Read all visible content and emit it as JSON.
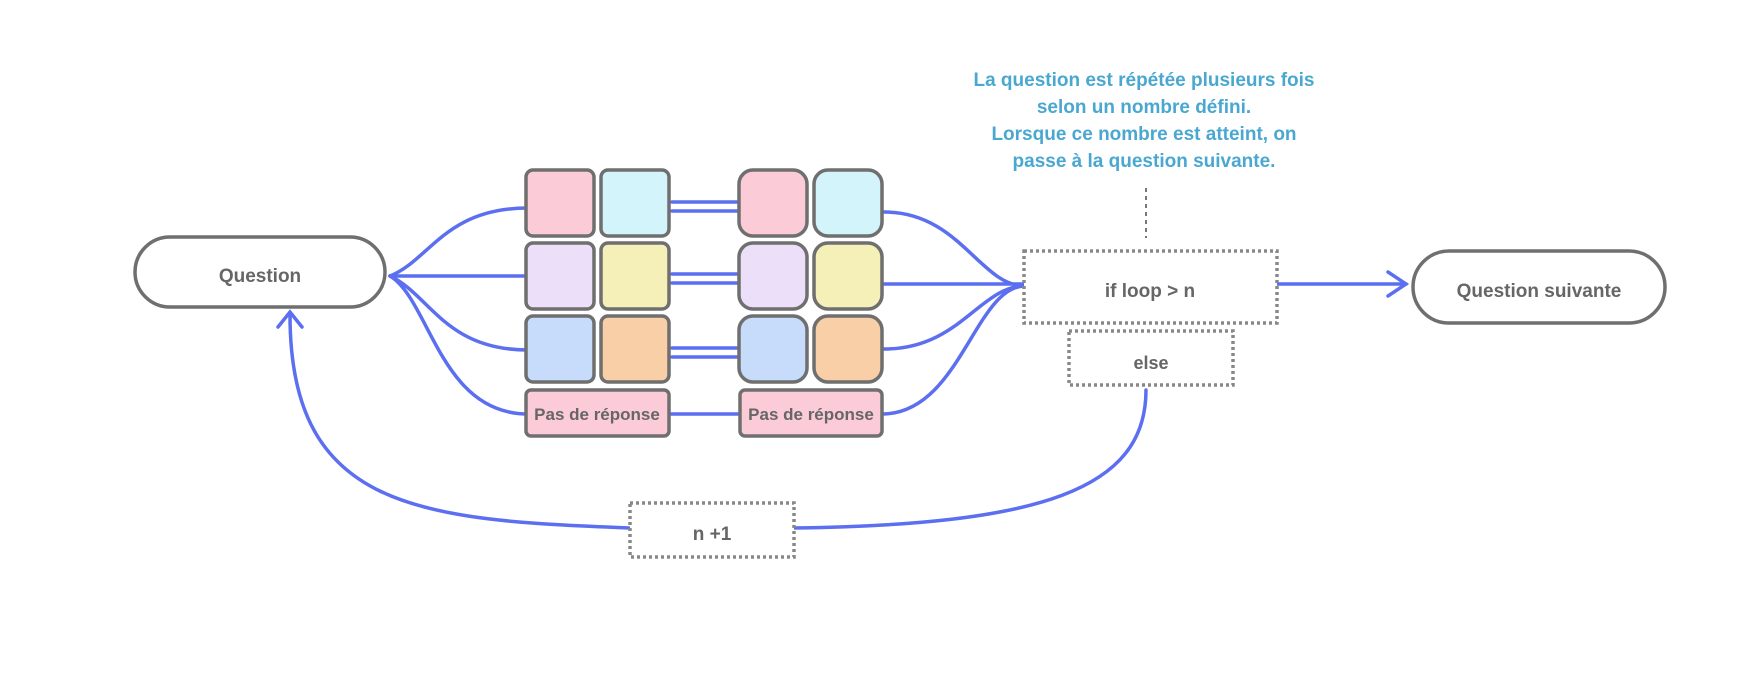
{
  "nodes": {
    "question": "Question",
    "next_question": "Question suivante",
    "condition": "if loop > n",
    "else": "else",
    "increment": "n +1",
    "no_answer_1": "Pas de réponse",
    "no_answer_2": "Pas de réponse"
  },
  "note": {
    "line1": "La question est répétée plusieurs fois",
    "line2": "selon un nombre défini.",
    "line3": "Lorsque ce nombre est atteint, on",
    "line4": "passe à la question suivante."
  },
  "colors": {
    "connector": "#5b6ff0",
    "border": "#6f6f6f",
    "note_text": "#4aa8d0",
    "choice_pink": "#fccbd8",
    "choice_cyan": "#d4f4fb",
    "choice_lavender": "#ebdffa",
    "choice_yellow": "#f4f0b8",
    "choice_blue": "#c6dcfa",
    "choice_orange": "#f8cfa6"
  }
}
